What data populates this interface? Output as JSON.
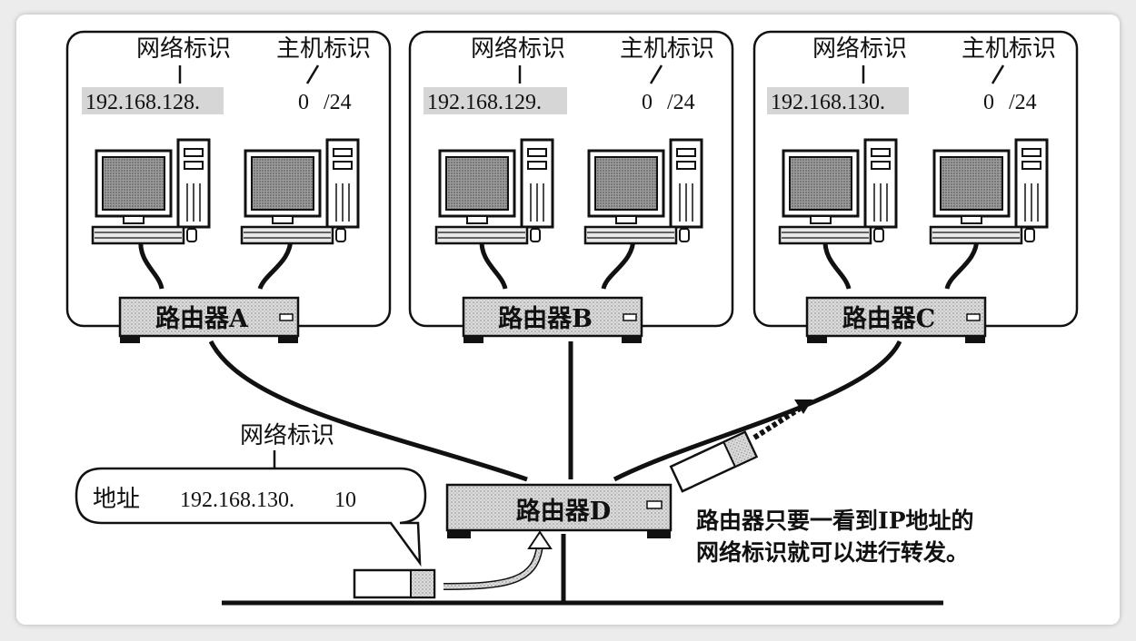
{
  "subnets": [
    {
      "net_label": "网络标识",
      "host_label": "主机标识",
      "net_ip": "192.168.128.",
      "host_part": "0",
      "prefix": "/24",
      "router": "路由器A"
    },
    {
      "net_label": "网络标识",
      "host_label": "主机标识",
      "net_ip": "192.168.129.",
      "host_part": "0",
      "prefix": "/24",
      "router": "路由器B"
    },
    {
      "net_label": "网络标识",
      "host_label": "主机标识",
      "net_ip": "192.168.130.",
      "host_part": "0",
      "prefix": "/24",
      "router": "路由器C"
    }
  ],
  "core_router": "路由器D",
  "bubble": {
    "net_label": "网络标识",
    "addr_label": "地址",
    "net_ip": "192.168.130.",
    "host": "10"
  },
  "note": {
    "line1": "路由器只要一看到IP地址的",
    "line2": "网络标识就可以进行转发。"
  },
  "colors": {
    "ink": "#111111",
    "box_fill": "#d9d9d9",
    "screen": "#9a9a9a",
    "paper": "#ffffff"
  }
}
